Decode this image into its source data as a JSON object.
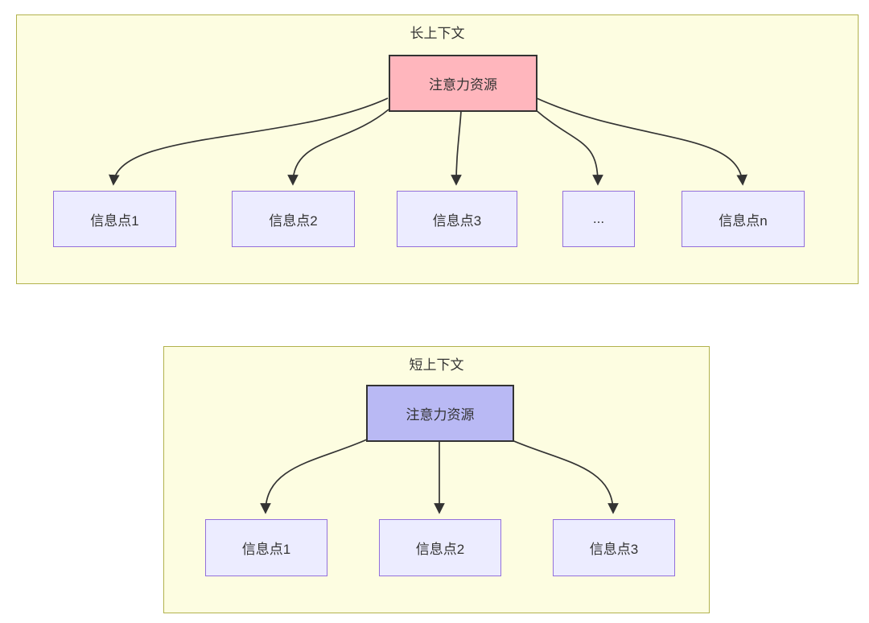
{
  "diagram": {
    "type": "flowchart-comparison",
    "panels": [
      {
        "title": "长上下文",
        "root_label": "注意力资源",
        "root_fill": "#ffb6bd",
        "children": [
          "信息点1",
          "信息点2",
          "信息点3",
          "...",
          "信息点n"
        ]
      },
      {
        "title": "短上下文",
        "root_label": "注意力资源",
        "root_fill": "#b9b9f4",
        "children": [
          "信息点1",
          "信息点2",
          "信息点3"
        ]
      }
    ],
    "colors": {
      "panel_fill": "#fdfde1",
      "panel_border": "#b2b24d",
      "node_fill": "#ececff",
      "node_border": "#9370db",
      "root_border": "#333333",
      "arrow": "#333333",
      "text": "#333333"
    }
  }
}
